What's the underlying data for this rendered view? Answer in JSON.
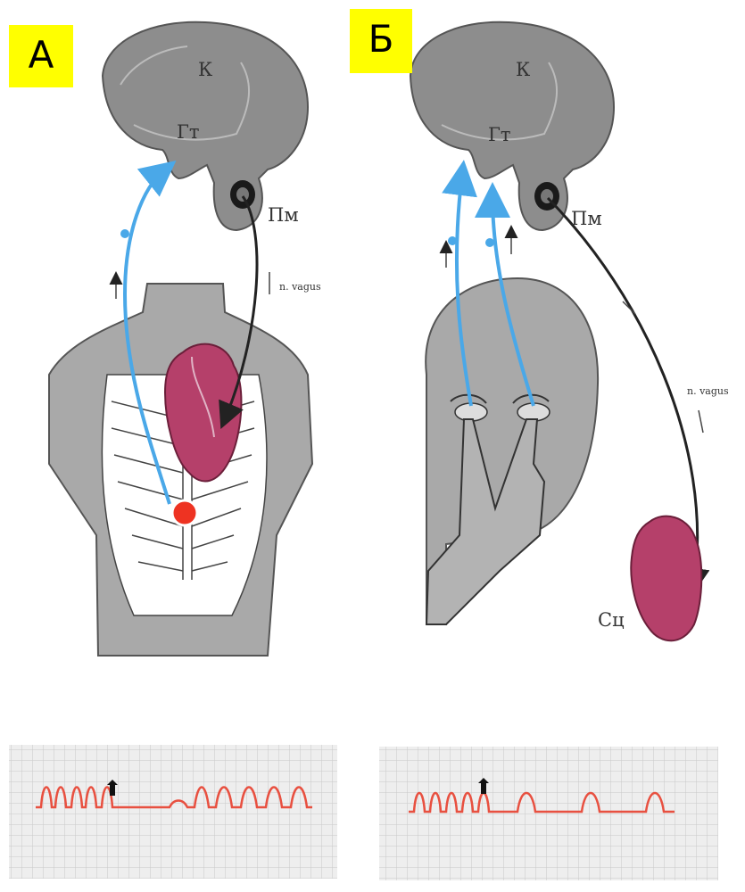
{
  "panels": [
    {
      "id": "A",
      "badge": "А",
      "labels": {
        "cortex": "К",
        "hypothalamus": "Гт",
        "medulla": "Пм",
        "nerve": "n. vagus"
      }
    },
    {
      "id": "B",
      "badge": "Б",
      "labels": {
        "cortex": "К",
        "hypothalamus": "Гт",
        "medulla": "Пм",
        "nerve": "n. vagus",
        "heart": "Сц"
      }
    }
  ],
  "colors": {
    "afferent": "#4aa8e8",
    "efferent": "#222222",
    "heart": "#b5406a",
    "ecg_trace": "#e85040",
    "ecg_grid": "#bfbfbf",
    "badge": "#ffff00"
  },
  "icons": [
    "brain-icon",
    "torso-icon",
    "ribcage-icon",
    "heart-icon",
    "head-icon",
    "hand-icon",
    "receptor-icon"
  ]
}
